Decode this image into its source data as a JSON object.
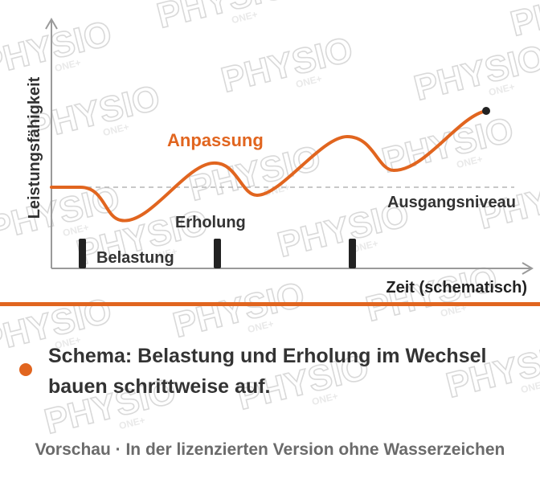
{
  "diagram": {
    "y_axis_label": "Leistungsfähigkeit",
    "x_axis_label": "Zeit (schematisch)",
    "curve_label": "Anpassung",
    "baseline_label": "Ausgangsniveau",
    "recovery_label": "Erholung",
    "load_label": "Belastung"
  },
  "caption": {
    "text": "Schema: Belastung und Erholung im Wechsel bauen schrittweise auf."
  },
  "preview_note": "Vorschau · In der lizenzierten Version ohne Wasserzeichen",
  "watermark": {
    "text": "PHYSIO",
    "subtext": "ONE+"
  },
  "colors": {
    "accent": "#e1651f",
    "axis": "#9a9a9a",
    "marker": "#222222",
    "text": "#333333"
  }
}
